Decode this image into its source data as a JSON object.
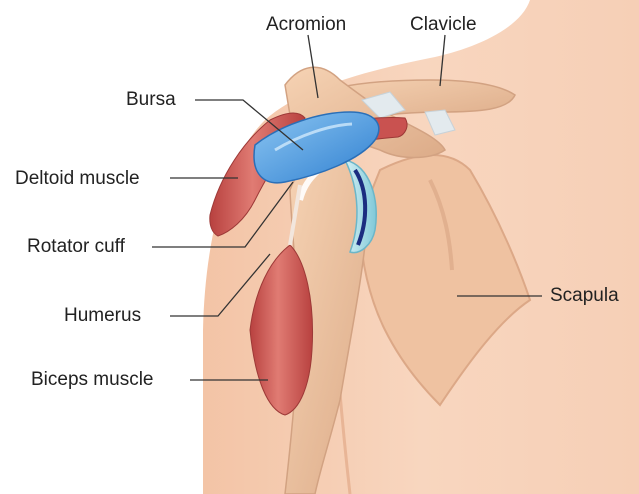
{
  "labels": {
    "acromion": "Acromion",
    "clavicle": "Clavicle",
    "bursa": "Bursa",
    "deltoid": "Deltoid muscle",
    "rotator_cuff": "Rotator cuff",
    "humerus": "Humerus",
    "scapula": "Scapula",
    "biceps": "Biceps muscle"
  },
  "colors": {
    "skin": "#f6cfb4",
    "skin_shadow": "#eab497",
    "bone": "#f0c9a6",
    "bone_shadow": "#d9a987",
    "muscle": "#cf5a55",
    "muscle_dark": "#a8403d",
    "bursa": "#3e8fd8",
    "cartilage": "#a9dde6",
    "ligament": "#dfe6ea",
    "leader_line": "#333333"
  }
}
